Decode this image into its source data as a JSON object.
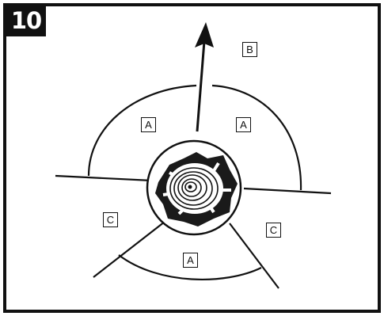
{
  "step": {
    "number": "10"
  },
  "labels": {
    "top_right": "B",
    "upper_left": "A",
    "upper_right": "A",
    "lower_left": "C",
    "lower_right": "C",
    "bottom": "A"
  }
}
